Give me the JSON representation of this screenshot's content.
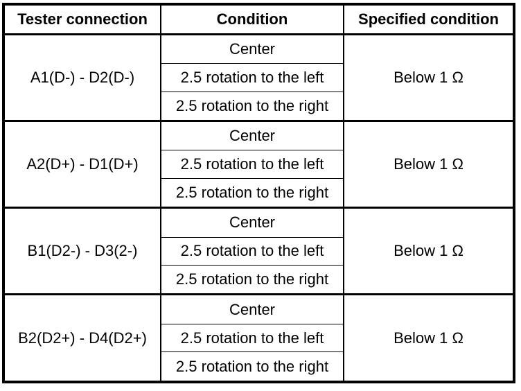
{
  "table": {
    "headers": [
      "Tester connection",
      "Condition",
      "Specified condition"
    ],
    "groups": [
      {
        "connection": "A1(D-) - D2(D-)",
        "conditions": [
          "Center",
          "2.5 rotation to the left",
          "2.5 rotation to the right"
        ],
        "specified": "Below 1 Ω"
      },
      {
        "connection": "A2(D+) - D1(D+)",
        "conditions": [
          "Center",
          "2.5 rotation to the left",
          "2.5 rotation to the right"
        ],
        "specified": "Below 1 Ω"
      },
      {
        "connection": "B1(D2-) - D3(2-)",
        "conditions": [
          "Center",
          "2.5 rotation to the left",
          "2.5 rotation to the right"
        ],
        "specified": "Below 1 Ω"
      },
      {
        "connection": "B2(D2+) - D4(D2+)",
        "conditions": [
          "Center",
          "2.5 rotation to the left",
          "2.5 rotation to the right"
        ],
        "specified": "Below 1 Ω"
      }
    ]
  }
}
